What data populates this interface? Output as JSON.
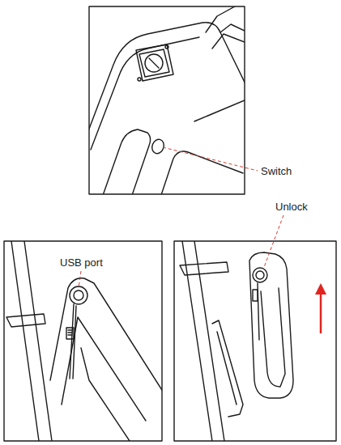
{
  "diagram": {
    "labels": [
      "Switch",
      "USB port",
      "Unlock"
    ]
  }
}
